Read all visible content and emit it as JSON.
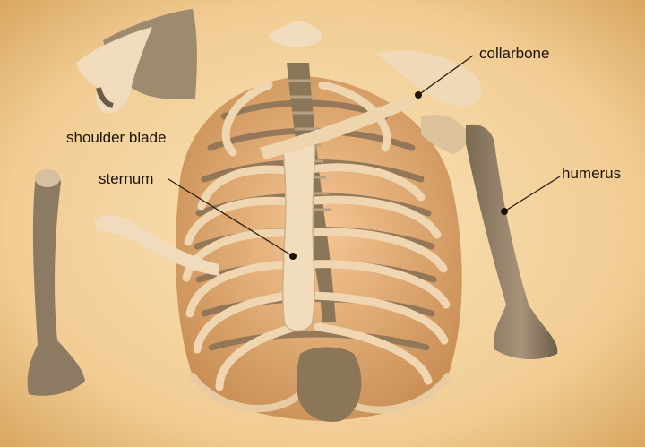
{
  "labels": {
    "shoulder_blade": "shoulder blade",
    "sternum": "sternum",
    "collarbone": "collarbone",
    "humerus": "humerus"
  },
  "colors": {
    "background": "#f5d7a4",
    "bone_light": "#efd5ae",
    "bone_shadow": "#9c8466",
    "inner_cavity": "#d49b5e",
    "leader_line": "#2a1b0d"
  }
}
